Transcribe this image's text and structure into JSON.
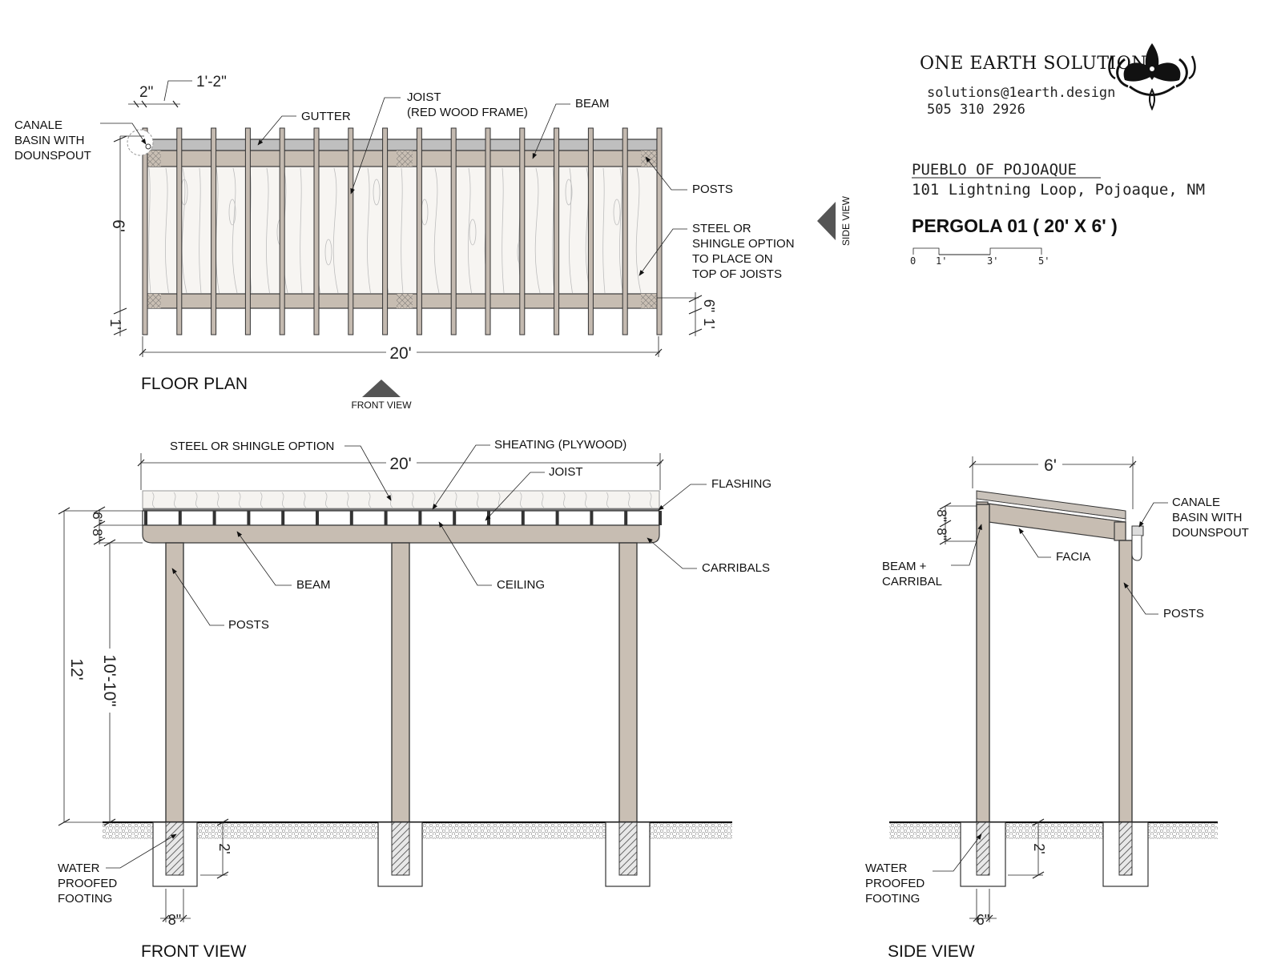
{
  "company": {
    "name": "ONE EARTH SOLUTIONS",
    "email": "solutions@1earth.design",
    "phone": "505  310  2926"
  },
  "project": {
    "name": "PUEBLO  OF  POJOAQUE",
    "address": "101  Lightning  Loop,  Pojoaque,  NM",
    "title": "PERGOLA 01 ( 20' X 6' )"
  },
  "scale_bar": {
    "ticks": [
      "0",
      "1'",
      "3'",
      "5'"
    ]
  },
  "floor_plan": {
    "title": "FLOOR PLAN",
    "labels": {
      "canale": [
        "CANALE",
        "BASIN WITH",
        "DOUNSPOUT"
      ],
      "gutter": "GUTTER",
      "joist": [
        "JOIST",
        "(RED WOOD FRAME)"
      ],
      "beam": "BEAM",
      "posts": "POSTS",
      "steel": [
        "STEEL OR",
        "SHINGLE OPTION",
        "TO PLACE ON",
        "TOP OF JOISTS"
      ]
    },
    "dims": {
      "two_in": "2\"",
      "one_two": "1'-2\"",
      "six_ft": "6'",
      "one_ft_left": "1'",
      "six_in_right": "6\"",
      "one_ft_right": "1'",
      "twenty_ft": "20'"
    },
    "front_view_marker": "FRONT VIEW",
    "side_view_marker": "SIDE VIEW"
  },
  "front_view": {
    "title": "FRONT VIEW",
    "labels": {
      "steel": "STEEL OR SHINGLE OPTION",
      "sheating": "SHEATING (PLYWOOD)",
      "joist": "JOIST",
      "flashing": "FLASHING",
      "beam": "BEAM",
      "ceiling": "CEILING",
      "carribals": "CARRIBALS",
      "posts": "POSTS",
      "footing": [
        "WATER",
        "PROOFED",
        "FOOTING"
      ]
    },
    "dims": {
      "twenty_ft": "20'",
      "six_in": "6\"",
      "eight_in": "8\"",
      "twelve_ft": "12'",
      "ten_ten": "10'-10\"",
      "two_ft": "2'",
      "eight_in_bottom": "8\""
    }
  },
  "side_view": {
    "title": "SIDE VIEW",
    "labels": {
      "canale": [
        "CANALE",
        "BASIN WITH",
        "DOUNSPOUT"
      ],
      "beam": [
        "BEAM +",
        "CARRIBAL"
      ],
      "facia": "FACIA",
      "posts": "POSTS",
      "footing": [
        "WATER",
        "PROOFED",
        "FOOTING"
      ]
    },
    "dims": {
      "six_ft": "6'",
      "eight_a": "8\"",
      "eight_b": "8\"",
      "two_ft": "2'",
      "six_in": "6\""
    }
  }
}
